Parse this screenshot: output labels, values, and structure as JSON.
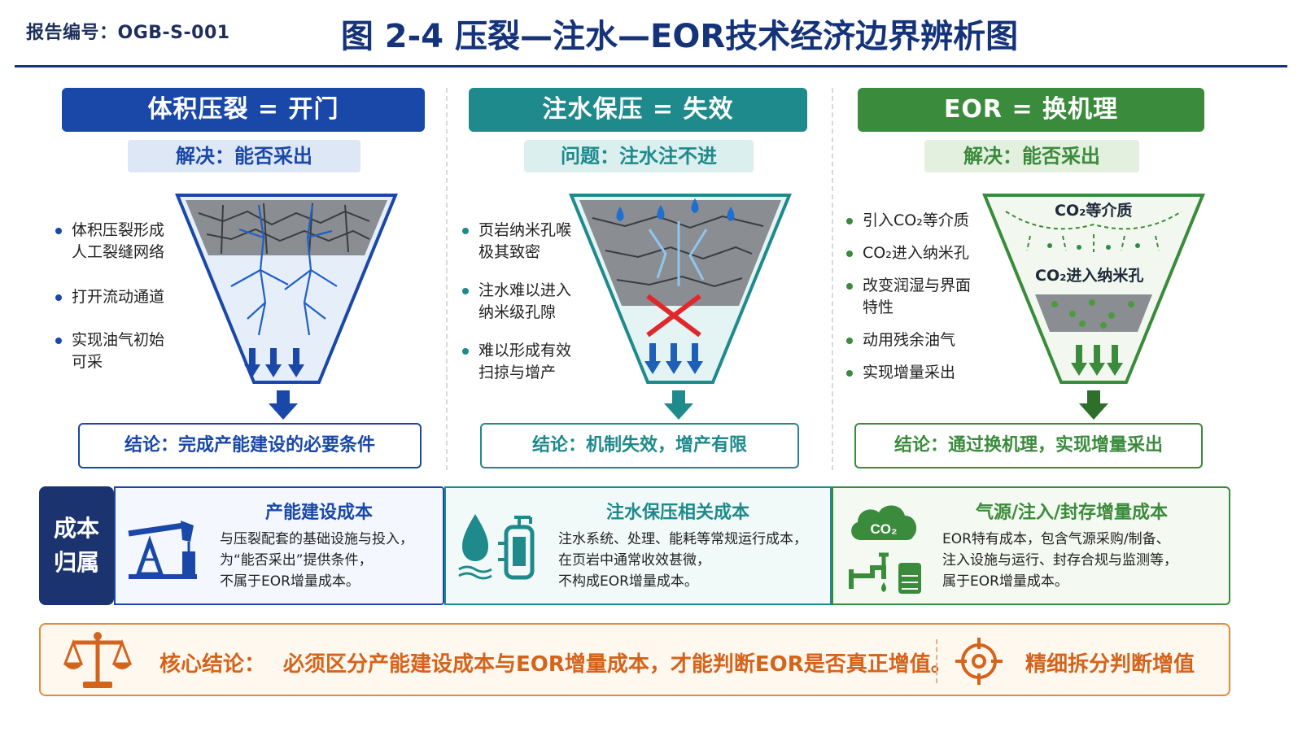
{
  "header": {
    "report_no": "报告编号：OGB-S-001",
    "title": "图 2-4  压裂—注水—EOR技术经济边界辨析图"
  },
  "colors": {
    "blue": "#1a48a8",
    "teal": "#1e8a8c",
    "green": "#3a8b3b",
    "orange": "#d4631c",
    "navy": "#1b3470"
  },
  "columns": [
    {
      "header": "体积压裂 = 开门",
      "sub": "解决：能否采出",
      "bullets": [
        "体积压裂形成人工裂缝网络",
        "打开流动通道",
        "实现油气初始可采"
      ],
      "conclusion": "结论：完成产能建设的必要条件"
    },
    {
      "header": "注水保压 = 失效",
      "sub": "问题：注水注不进",
      "bullets": [
        "页岩纳米孔喉极其致密",
        "注水难以进入纳米级孔隙",
        "难以形成有效扫掠与增产"
      ],
      "conclusion": "结论：机制失效，增产有限"
    },
    {
      "header": "EOR = 换机理",
      "sub": "解决：能否采出",
      "bullets": [
        "引入CO₂等介质",
        "CO₂进入纳米孔",
        "改变润湿与界面特性",
        "动用残余油气",
        "实现增量采出"
      ],
      "funnel_label_top": "CO₂等介质",
      "funnel_label_mid": "CO₂进入纳米孔",
      "conclusion": "结论：通过换机理，实现增量采出"
    }
  ],
  "cost": {
    "tag": "成本归属",
    "cards": [
      {
        "title": "产能建设成本",
        "lines": [
          "与压裂配套的基础设施与投入，",
          "为“能否采出”提供条件，",
          "不属于EOR增量成本。"
        ],
        "icon": "pumpjack-icon"
      },
      {
        "title": "注水保压相关成本",
        "lines": [
          "注水系统、处理、能耗等常规运行成本，",
          "在页岩中通常收效甚微，",
          "不构成EOR增量成本。"
        ],
        "icon": "water-tank-icon"
      },
      {
        "title": "气源/注入/封存增量成本",
        "lines": [
          "EOR特有成本，包含气源采购/制备、",
          "注入设施与运行、封存合规与监测等，",
          "属于EOR增量成本。"
        ],
        "icon": "co2-cloud-icon",
        "icon_text": "CO₂"
      }
    ]
  },
  "core": {
    "label": "核心结论：",
    "text": "必须区分产能建设成本与EOR增量成本，才能判断EOR是否真正增值。",
    "right": "精细拆分判断增值"
  }
}
